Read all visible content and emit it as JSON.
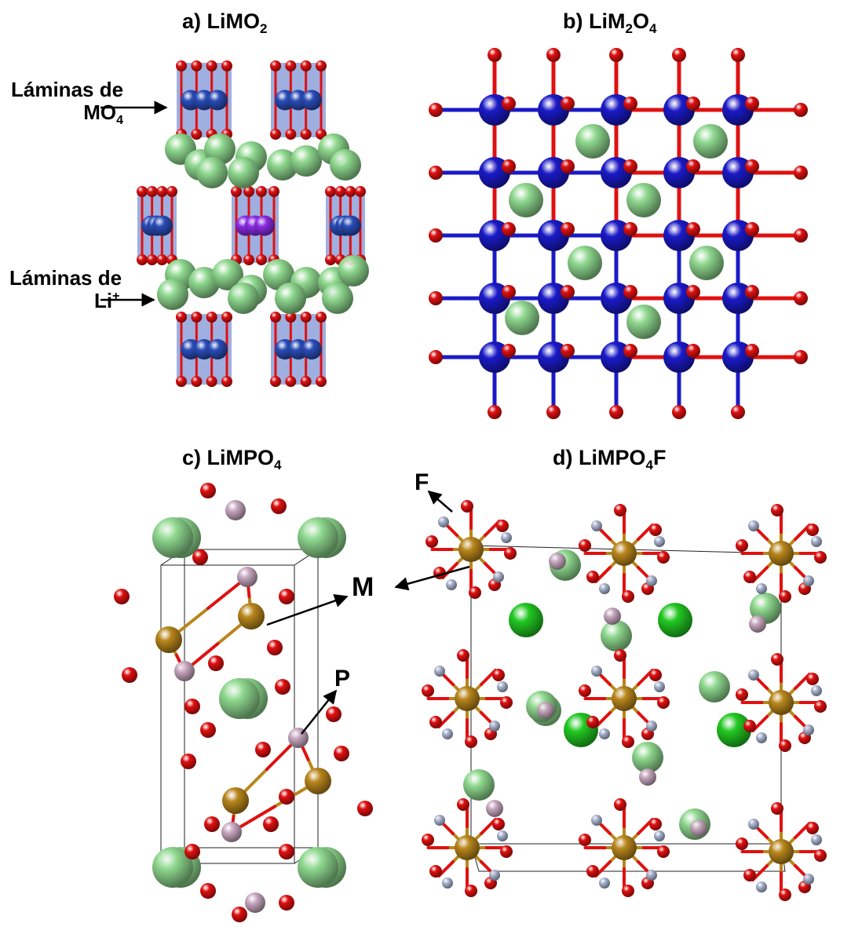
{
  "panels": {
    "a": {
      "title_prefix": "a) LiMO",
      "title_sub": "2"
    },
    "b": {
      "title_prefix": "b) LiM",
      "title_sub1": "2",
      "title_mid": "O",
      "title_sub2": "4"
    },
    "c": {
      "title_prefix": "c) LiMPO",
      "title_sub": "4"
    },
    "d": {
      "title_prefix": "d) LiMPO",
      "title_sub": "4",
      "title_suffix": "F"
    }
  },
  "annotations": {
    "mo4_sheets_line1": "Láminas de",
    "mo4_sheets_line2_prefix": "MO",
    "mo4_sheets_line2_sub": "4",
    "li_sheets_line1": "Láminas de",
    "li_sheets_line2_prefix": "Li",
    "li_sheets_line2_sup": "+",
    "label_M": "M",
    "label_P": "P",
    "label_F": "F"
  },
  "colors": {
    "oxygen": "#e01010",
    "metal_layered": "#2a4db8",
    "metal_spinel": "#1a1ac8",
    "metal_olivine": "#b8861c",
    "lithium": "#8fd88f",
    "lithium_bright": "#22c822",
    "phosphorus": "#c8a8c0",
    "fluorine": "#a8b4d0",
    "dopant": "#8a2be2"
  }
}
